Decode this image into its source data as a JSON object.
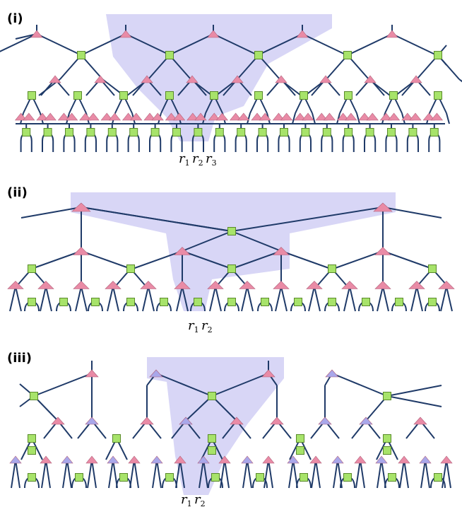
{
  "panels": [
    {
      "id": "i",
      "label": "(i)",
      "site_labels": [
        "r1",
        "r2",
        "r3"
      ],
      "mode": "binary-ternary"
    },
    {
      "id": "ii",
      "label": "(ii)",
      "site_labels": [
        "r1",
        "r2"
      ],
      "mode": "binary-wide-top"
    },
    {
      "id": "iii",
      "label": "(iii)",
      "site_labels": [
        "r1",
        "r2"
      ],
      "mode": "mixed"
    }
  ],
  "colors": {
    "edge": "#1f3a68",
    "isometry": "#a7e36a",
    "disentangler_pink": "#e98ba6",
    "disentangler_violet": "#a9a7ea",
    "causal_cone": "#d8d6f6"
  },
  "legend": {}
}
